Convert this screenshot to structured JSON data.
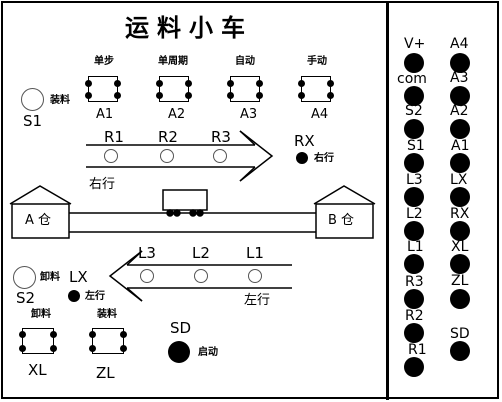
{
  "title": "运料小车",
  "loading_button": {
    "label": "S1",
    "tag": "装料"
  },
  "unloading_button": {
    "label": "S2",
    "tag": "卸料"
  },
  "mode_switches": [
    {
      "tag": "单步",
      "label": "A1"
    },
    {
      "tag": "单周期",
      "label": "A2"
    },
    {
      "tag": "自动",
      "label": "A3"
    },
    {
      "tag": "手动",
      "label": "A4"
    }
  ],
  "right_track": {
    "sensors": [
      "R1",
      "R2",
      "R3"
    ],
    "direction": "右行",
    "indicator": {
      "label": "RX",
      "tag": "右行"
    }
  },
  "left_track": {
    "sensors": [
      "L3",
      "L2",
      "L1"
    ],
    "direction": "左行",
    "indicator": {
      "label": "LX",
      "tag": "左行"
    }
  },
  "warehouses": {
    "a": "A 仓",
    "b": "B 仓"
  },
  "indicators": [
    {
      "tag": "卸料",
      "label": "XL"
    },
    {
      "tag": "装料",
      "label": "ZL"
    }
  ],
  "start": {
    "label": "SD",
    "tag": "启动"
  },
  "terminals": {
    "left": [
      "V+",
      "com",
      "S2",
      "S1",
      "L3",
      "L2",
      "L1",
      "R3",
      "R2",
      "R1"
    ],
    "right": [
      "A4",
      "A3",
      "A2",
      "A1",
      "LX",
      "RX",
      "XL",
      "ZL",
      "SD"
    ]
  }
}
